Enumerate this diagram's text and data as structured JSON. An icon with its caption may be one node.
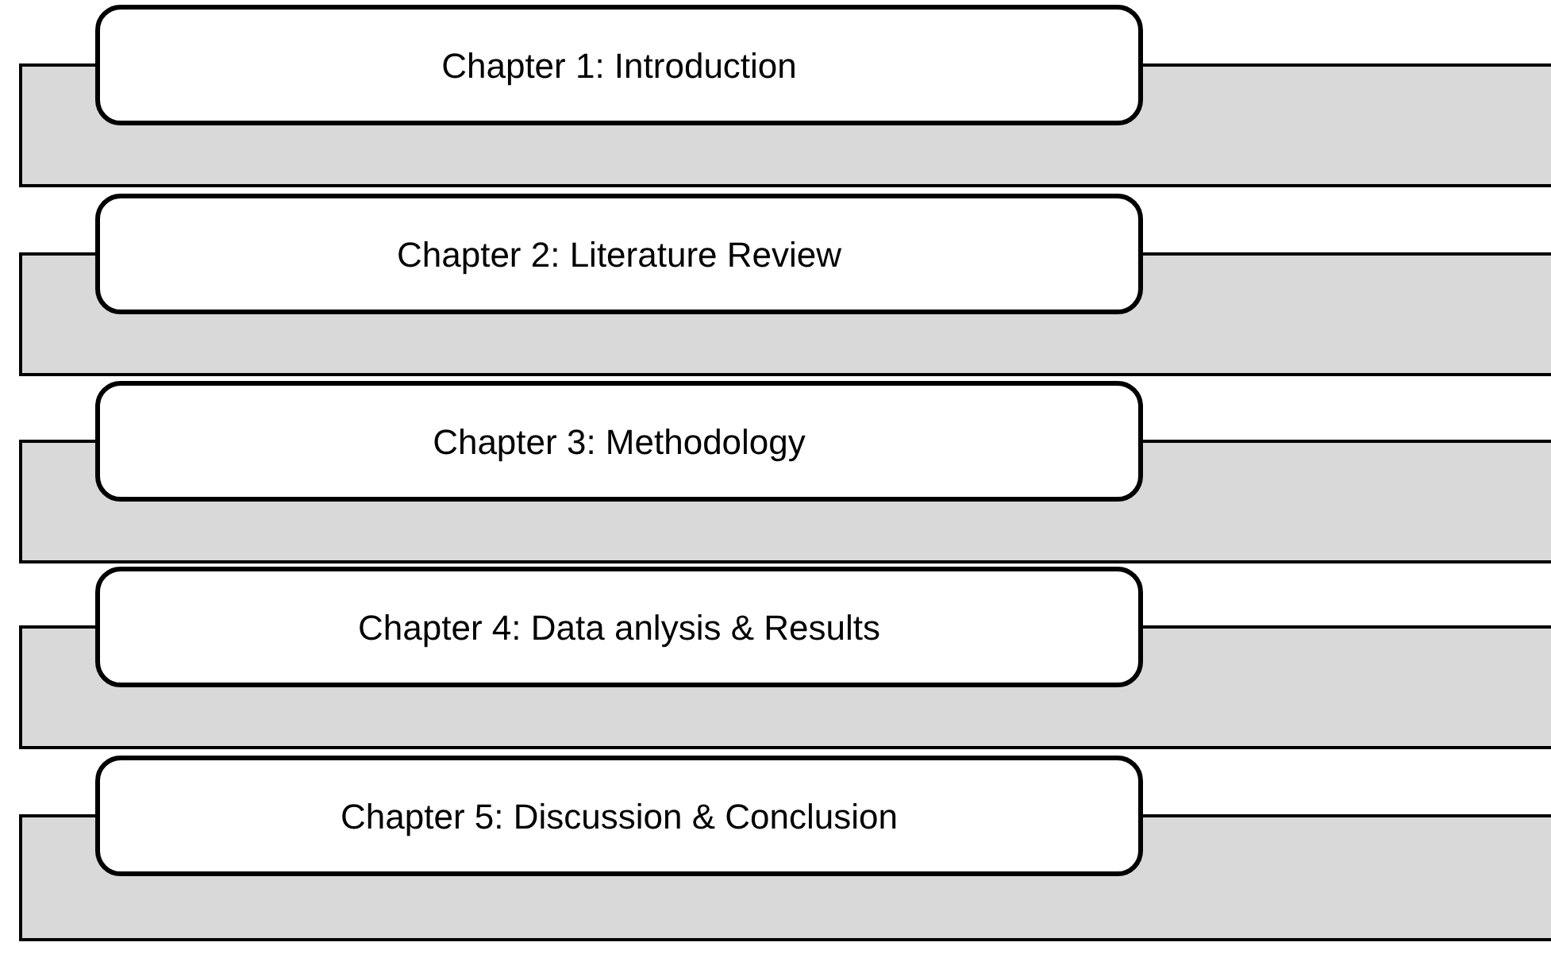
{
  "diagram": {
    "nodes": [
      {
        "text": [
          "Chapter 1: Introduction"
        ]
      },
      {
        "text": [
          "Chapter 2: Literature Review"
        ]
      },
      {
        "text": [
          "Chapter 3: Methodology"
        ]
      },
      {
        "text": [
          "Chapter 4: Data anlysis & Results"
        ]
      },
      {
        "text": [
          "Chapter 5: Discussion & Conclusion"
        ]
      }
    ]
  }
}
